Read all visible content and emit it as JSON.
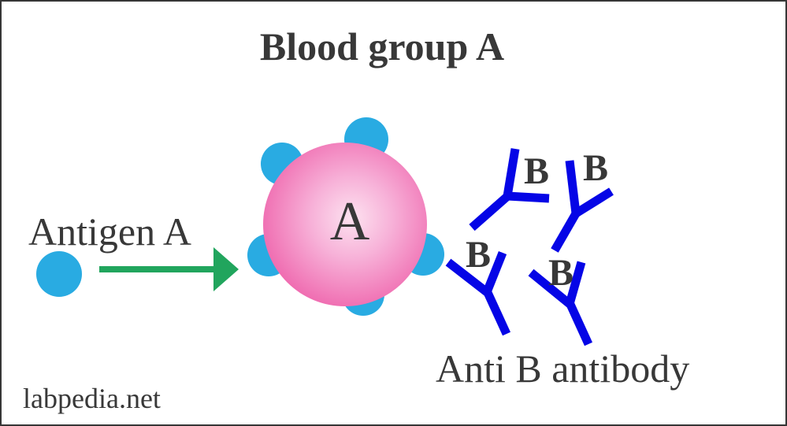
{
  "title": "Blood group A",
  "watermark": "labpedia.net",
  "labels": {
    "antigen": "Antigen A",
    "antibody": "Anti B antibody",
    "cell_letter": "A",
    "antibody_letter": "B"
  },
  "colors": {
    "background": "#ffffff",
    "border": "#363636",
    "text": "#383838",
    "antigen_cyan": "#29abe2",
    "cell_pink_edge": "#ee5fa9",
    "cell_pink_mid": "#f7b1d8",
    "cell_pink_center": "#fde2f0",
    "antibody_blue": "#0505e6",
    "arrow_green": "#21a55d"
  }
}
